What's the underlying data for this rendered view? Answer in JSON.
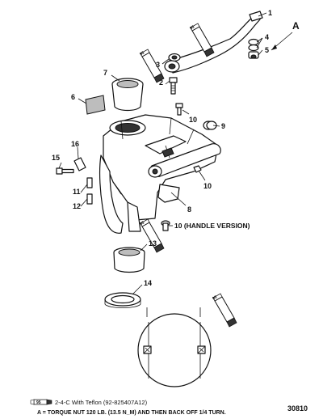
{
  "callouts": {
    "c1": "1",
    "c2": "2",
    "c3": "3",
    "c4": "4",
    "c5": "5",
    "c6": "6",
    "c7": "7",
    "c8": "8",
    "c9": "9",
    "c10a": "10",
    "c10b": "10",
    "c10_handle": "10 (HANDLE VERSION)",
    "c11": "11",
    "c12": "12",
    "c13": "13",
    "c14": "14",
    "c15": "15",
    "c16": "16",
    "torque_ref": "A"
  },
  "lubricant_tube": {
    "code": "95"
  },
  "legend": {
    "code": "95",
    "text": "2-4-C With Teflon (92-825407A12)"
  },
  "torque_note": "A = TORQUE NUT 120 LB. (13.5 N_M) AND THEN BACK OFF 1/4 TURN.",
  "figure_number": "30810"
}
